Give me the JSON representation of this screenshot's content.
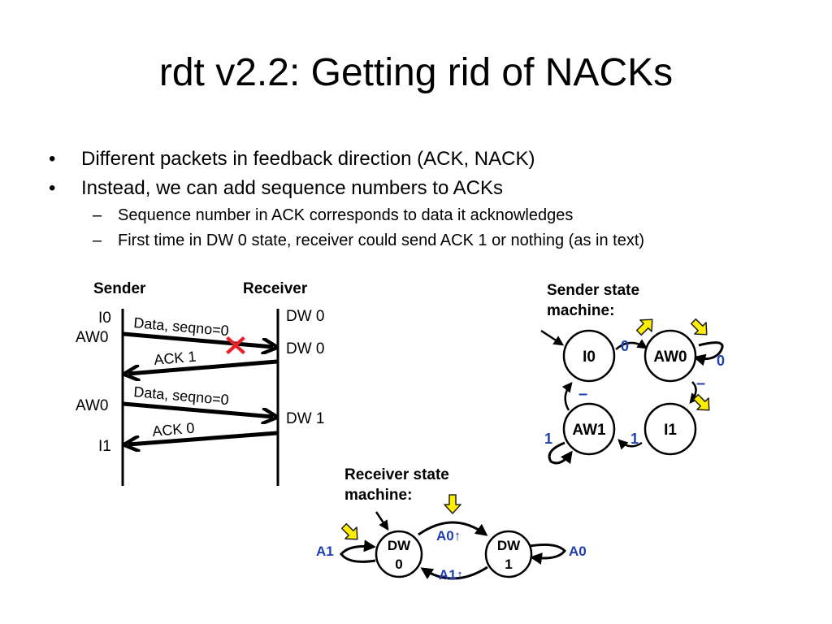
{
  "title": "rdt v2.2: Getting rid of NACKs",
  "bullets": [
    {
      "text": "Different packets in feedback direction (ACK, NACK)"
    },
    {
      "text": "Instead, we can add sequence numbers to ACKs",
      "sub": [
        "Sequence number in ACK corresponds to data it acknowledges",
        "First time in DW 0 state, receiver could send ACK 1 or nothing (as in text)"
      ]
    }
  ],
  "timeline": {
    "sender_header": "Sender",
    "receiver_header": "Receiver",
    "sender_states": [
      "I0",
      "AW0",
      "AW0",
      "I1"
    ],
    "receiver_states": [
      "DW 0",
      "DW 0",
      "DW 1"
    ],
    "messages": [
      "Data, seqno=0",
      "ACK 1",
      "Data, seqno=0",
      "ACK 0"
    ]
  },
  "sender_fsm": {
    "title_line1": "Sender state",
    "title_line2": "machine:",
    "states": [
      "I0",
      "AW0",
      "AW1",
      "I1"
    ],
    "labels": {
      "i0_aw0": "0",
      "aw0_self": "0",
      "aw0_i1": "–",
      "aw1_i0": "–",
      "i1_aw1": "1",
      "aw1_self": "1"
    }
  },
  "receiver_fsm": {
    "title_line1": "Receiver state",
    "title_line2": "machine:",
    "states": [
      {
        "l1": "DW",
        "l2": "0"
      },
      {
        "l1": "DW",
        "l2": "1"
      }
    ],
    "labels": {
      "top": "A0↑",
      "bottom": "A1↑",
      "left_self": "A1",
      "right_self": "A0"
    }
  },
  "colors": {
    "label_blue": "#1f3fb0",
    "marker_yellow": "#ffee00",
    "loss_red": "#e8202a"
  }
}
